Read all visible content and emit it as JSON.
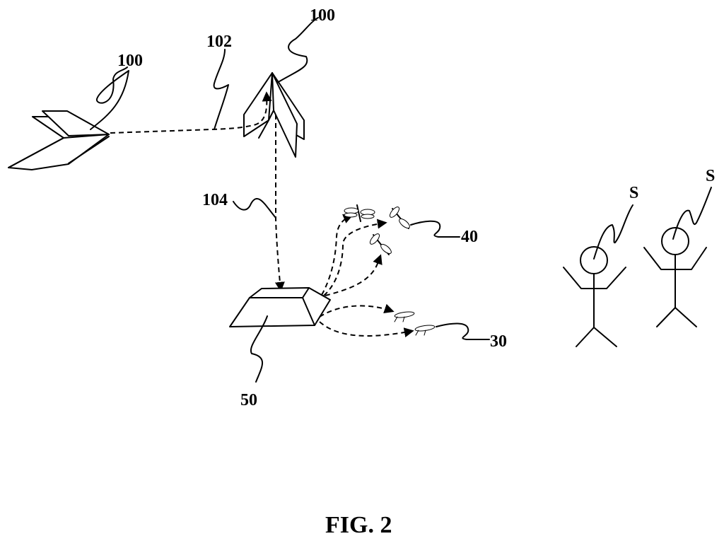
{
  "figure": {
    "caption": "FIG. 2",
    "labels": {
      "drone_left": "100",
      "drone_top": "100",
      "link_drones": "102",
      "link_to_container": "104",
      "insects_flying": "40",
      "insects_crawling": "30",
      "container": "50",
      "subject_1": "S",
      "subject_2": "S"
    },
    "elements": [
      {
        "id": "drone_left",
        "kind": "unmanned aerial vehicle"
      },
      {
        "id": "drone_top",
        "kind": "unmanned aerial vehicle"
      },
      {
        "id": "container",
        "kind": "release container"
      },
      {
        "id": "flying_insects",
        "kind": "dragonflies",
        "count": 3
      },
      {
        "id": "crawling_insects",
        "kind": "ants",
        "count": 2
      },
      {
        "id": "subjects",
        "kind": "person",
        "count": 2
      }
    ]
  }
}
